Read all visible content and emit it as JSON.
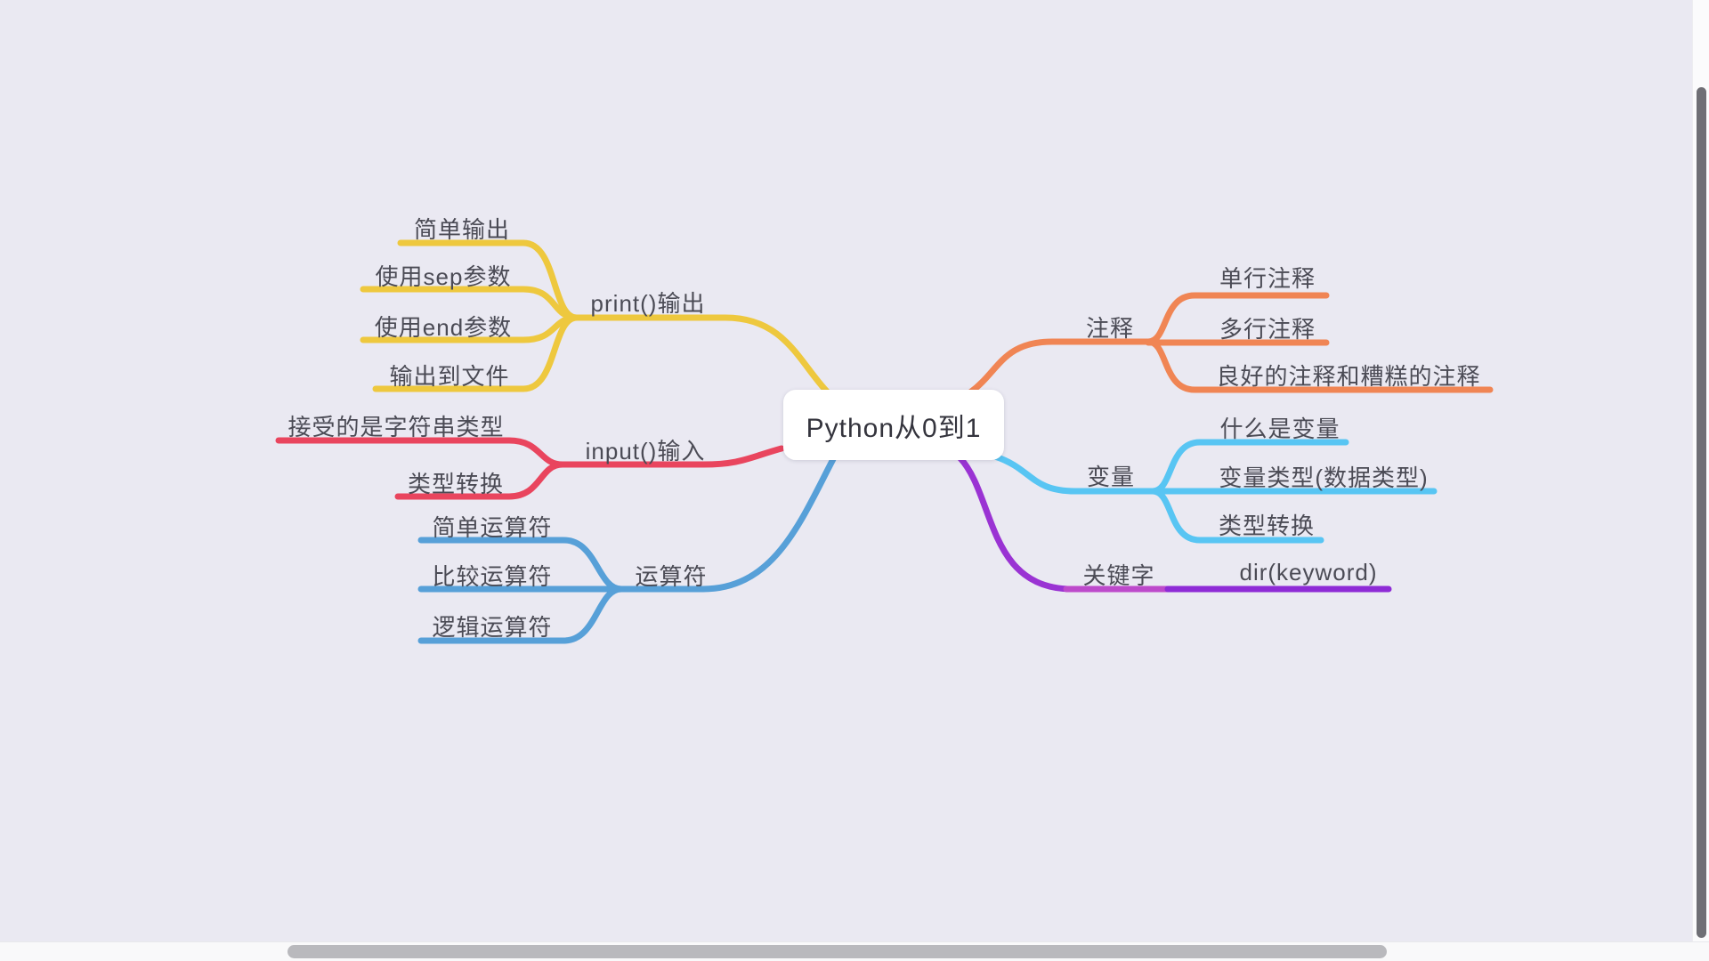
{
  "root": {
    "label": "Python从0到1"
  },
  "branches": [
    {
      "name": "print-output",
      "label": "print()输出",
      "color": "#eec83e",
      "children": [
        "简单输出",
        "使用sep参数",
        "使用end参数",
        "输出到文件"
      ]
    },
    {
      "name": "input",
      "label": "input()输入",
      "color": "#e9455e",
      "children": [
        "接受的是字符串类型",
        "类型转换"
      ]
    },
    {
      "name": "operators",
      "label": "运算符",
      "color": "#57a0d8",
      "children": [
        "简单运算符",
        "比较运算符",
        "逻辑运算符"
      ]
    },
    {
      "name": "comments",
      "label": "注释",
      "color": "#f08554",
      "children": [
        "单行注释",
        "多行注释",
        "良好的注释和糟糕的注释"
      ]
    },
    {
      "name": "variables",
      "label": "变量",
      "color": "#58c5f3",
      "children": [
        "什么是变量",
        "变量类型(数据类型)",
        "类型转换"
      ]
    },
    {
      "name": "keywords",
      "label": "关键字",
      "color": "#9a33d3",
      "color_mid": "#bd4acb",
      "color_child": "#8e2bd6",
      "children": [
        "dir(keyword)"
      ]
    }
  ]
}
